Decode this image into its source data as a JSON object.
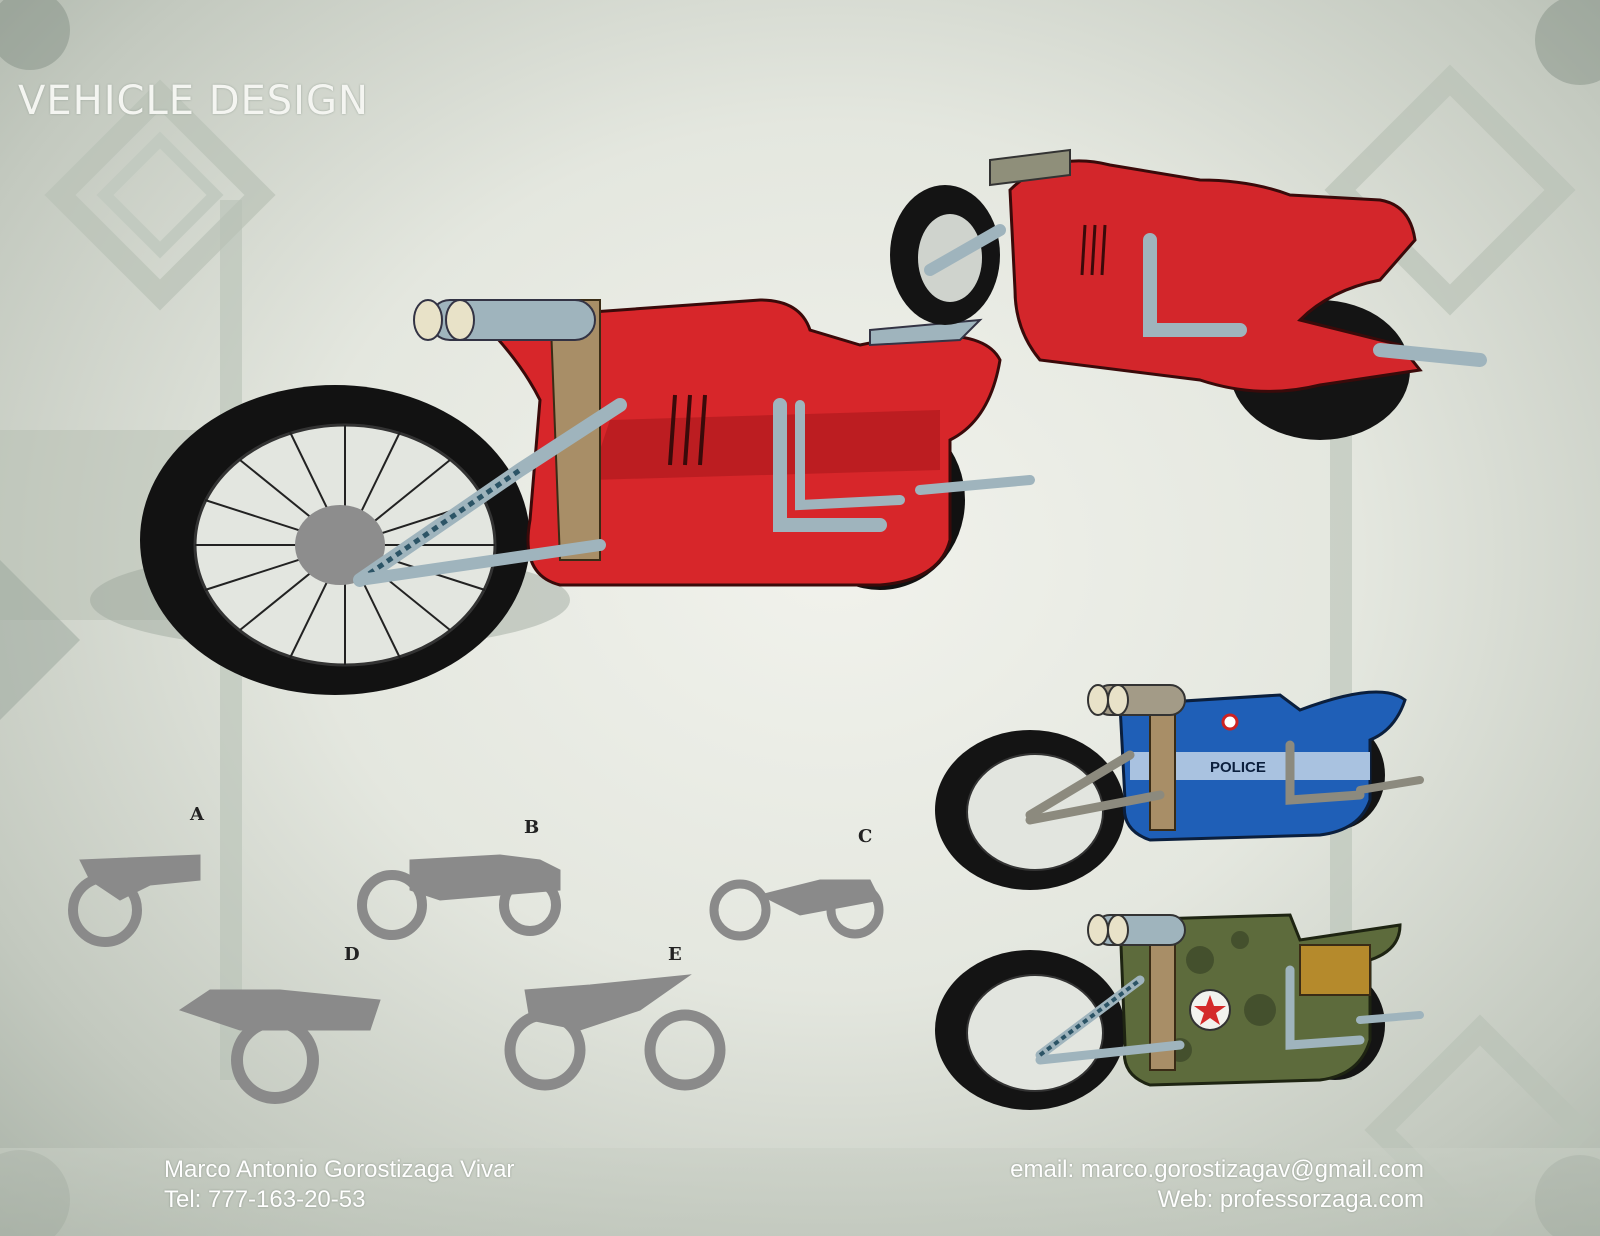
{
  "title": "VEHICLE DESIGN",
  "variants": {
    "police_label": "POLICE",
    "thumbnail_letters": [
      "A",
      "B",
      "C",
      "D",
      "E"
    ]
  },
  "footer": {
    "name": "Marco Antonio Gorostizaga Vivar",
    "tel": "Tel: 777-163-20-53",
    "email": "email: marco.gorostizagav@gmail.com",
    "web": "Web: professorzaga.com"
  },
  "colors": {
    "red_body": "#d7262a",
    "police_blue": "#1f5fb7",
    "camo_green": "#5d6b3c",
    "chrome": "#9fb4bd",
    "background": "#e4e7df"
  }
}
